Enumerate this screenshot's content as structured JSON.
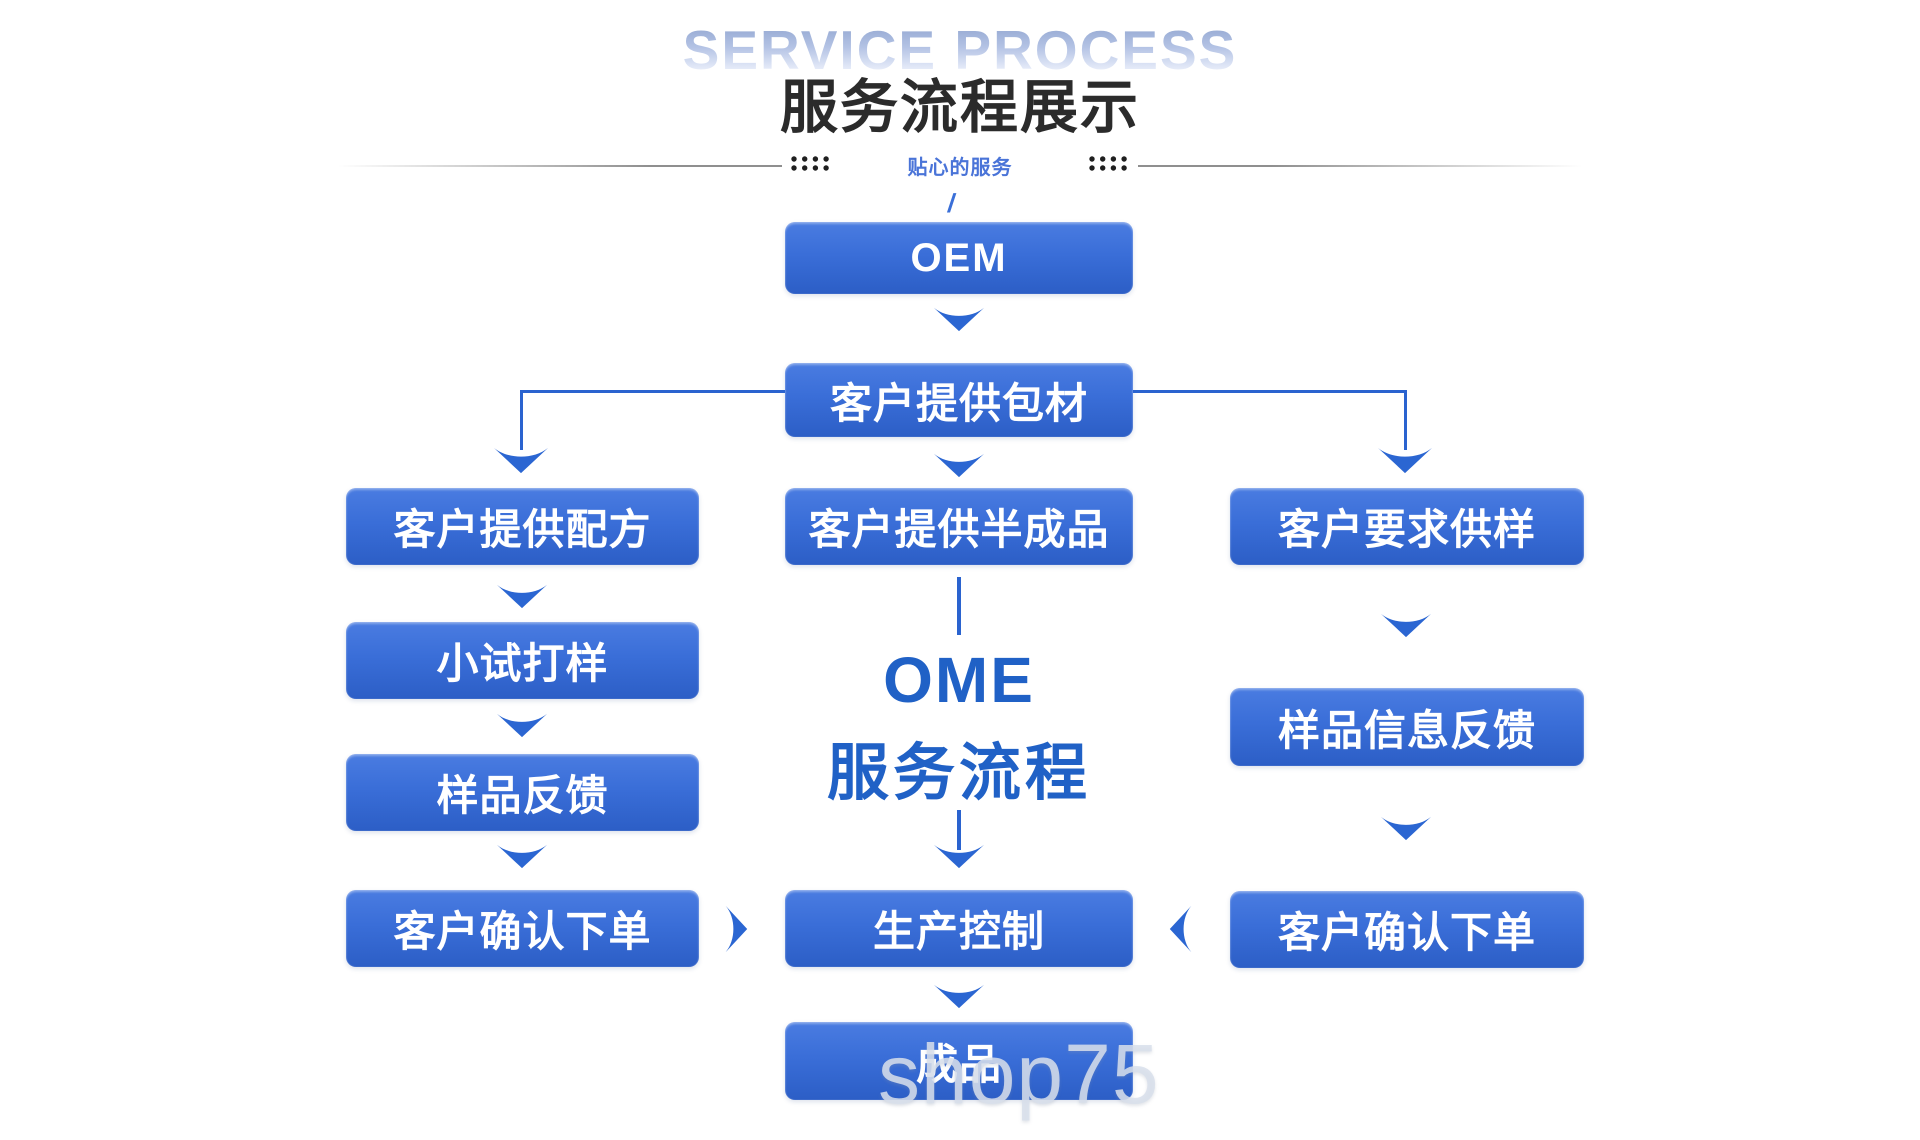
{
  "header": {
    "title_en": "SERVICE PROCESS",
    "title_zh": "服务流程展示",
    "tagline": "贴心的服务"
  },
  "flow": {
    "oem": "OEM",
    "packaging": "客户提供包材",
    "left": [
      "客户提供配方",
      "小试打样",
      "样品反馈",
      "客户确认下单"
    ],
    "center": {
      "semi_product": "客户提供半成品",
      "big_title_line1": "OME",
      "big_title_line2": "服务流程",
      "production": "生产控制",
      "finished": "成品"
    },
    "right": [
      "客户要求供样",
      "样品信息反馈",
      "客户确认下单"
    ]
  },
  "watermark": {
    "slash": "/",
    "text": "shop75"
  },
  "colors": {
    "box_blue_top": "#4a7ce1",
    "box_blue_bottom": "#2c5ec6",
    "arrow_blue": "#2b66d2",
    "tagline_blue": "#4a74d8",
    "big_title_blue": "#2061c6",
    "title_dark": "#2b2b2b"
  }
}
